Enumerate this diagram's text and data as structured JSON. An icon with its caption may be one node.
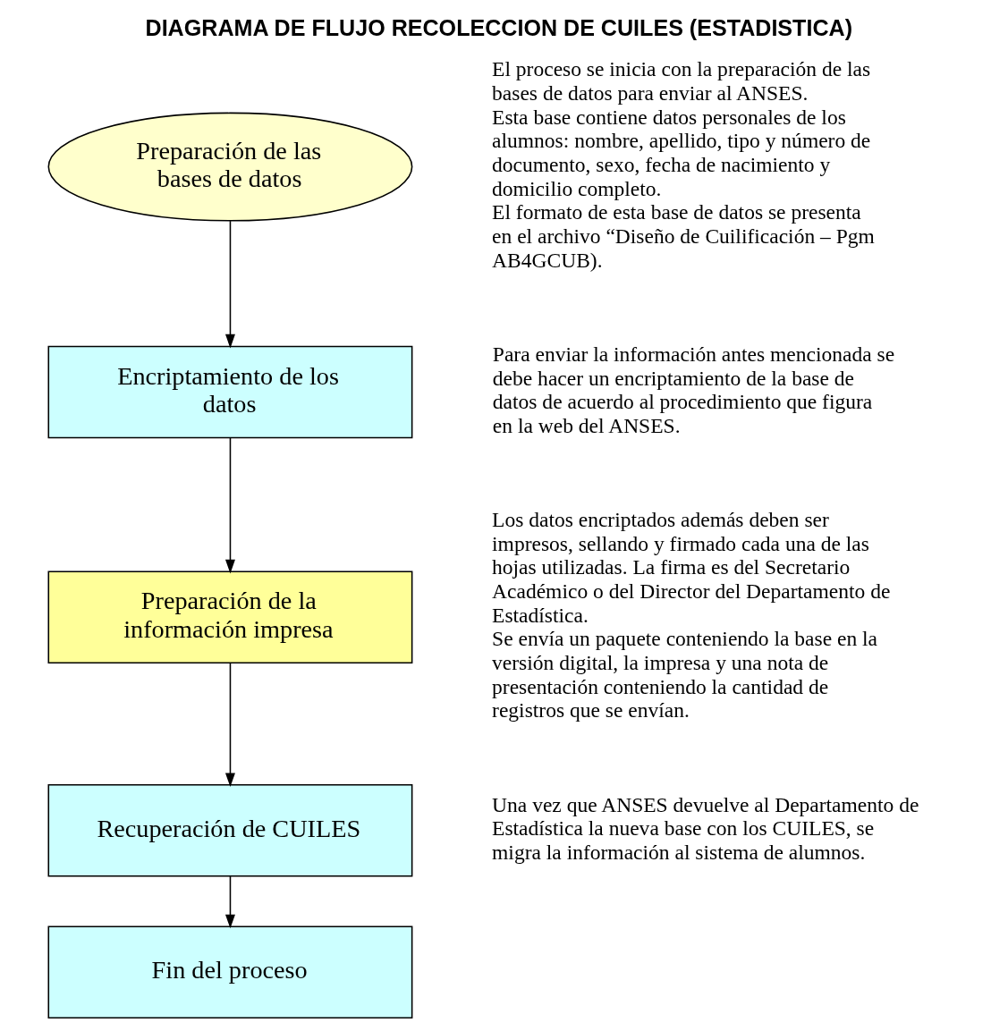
{
  "diagram": {
    "title": "DIAGRAMA DE FLUJO RECOLECCION DE CUILES (ESTADISTICA)",
    "nodes": [
      {
        "text": [
          "Preparación de las bases de datos"
        ],
        "beside": [
          "El proceso se inicia con la preparación de las bases de datos para enviar al ANSES.",
          "Esta base contiene datos personales de los alumnos: nombre, apellido, tipo y número de documento, sexo, fecha de nacimiento y domicilio completo.",
          "El formato de esta base de datos se presenta en el archivo “Diseño de Cuilificación – Pgm AB4GCUB)."
        ]
      },
      {
        "text": [
          "Encriptamiento de los datos"
        ],
        "beside": [
          "Para enviar la información antes mencionada se debe hacer un encriptamiento de la base de datos de acuerdo al procedimiento que figura en la web del ANSES."
        ]
      },
      {
        "text": [
          "Preparación de la información impresa"
        ],
        "beside": [
          "Los datos encriptados además deben ser impresos, sellando y firmado cada una de las hojas utilizadas. La firma es del Secretario Académico o del Director del Departamento de Estadística.",
          "Se envía un paquete conteniendo la base en la versión digital, la impresa y una nota de presentación conteniendo la cantidad de registros que se envían."
        ]
      },
      {
        "text": [
          "Recuperación de CUILES"
        ],
        "beside": [
          "Una vez que ANSES devuelve al Departamento de Estadística la nueva base con los CUILES, se migra la información al sistema de alumnos."
        ]
      },
      {
        "text": [
          "Fin del proceso"
        ]
      }
    ],
    "edges": [
      {
        "from": 0,
        "to": 1,
        "arrow": "to"
      },
      {
        "from": 1,
        "to": 2,
        "arrow": "to"
      },
      {
        "from": 2,
        "to": 3,
        "arrow": "to"
      },
      {
        "from": 3,
        "to": 4,
        "arrow": "to"
      }
    ]
  }
}
